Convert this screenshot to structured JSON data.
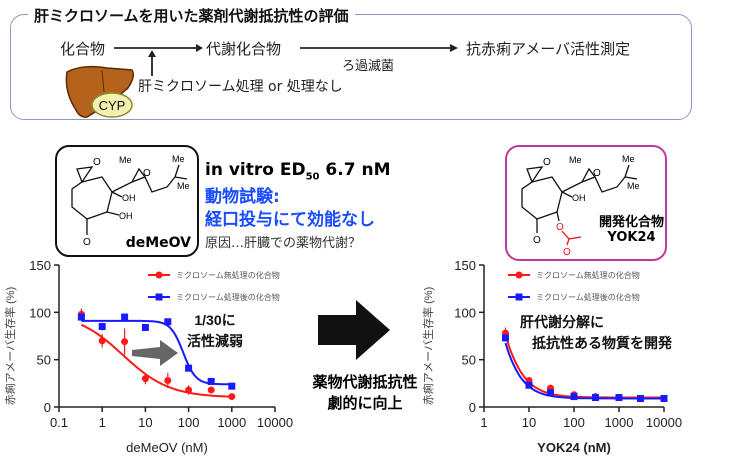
{
  "header": {
    "title": "肝ミクロソームを用いた薬剤代謝抵抗性の評価"
  },
  "flow": {
    "step1": "化合物",
    "step2": "代謝化合物",
    "step3": "抗赤痢アメーバ活性測定",
    "filter_label": "ろ過滅菌",
    "treatment_label": "肝ミクロソーム処理 or 処理なし",
    "enzyme_badge": "CYP"
  },
  "compound1": {
    "name": "deMeOV",
    "atoms": [
      "O",
      "Me",
      "O",
      "Me",
      "Me",
      "OH",
      "OH",
      "O"
    ],
    "ed50": "in vitro ED",
    "ed50_sub": "50",
    "ed50_value": " 6.7 nM",
    "animal_test": "動物試験:",
    "oral_result": "経口投与にて効能なし",
    "cause": "原因…肝臓での薬物代謝？"
  },
  "compound2": {
    "name_line1": "開発化合物",
    "name_line2": "YOK24",
    "atoms": [
      "O",
      "Me",
      "O",
      "Me",
      "Me",
      "OH",
      "O",
      "O",
      "O"
    ]
  },
  "middle": {
    "line1": "薬物代謝抵抗性",
    "line2": "劇的に向上"
  },
  "colors": {
    "red": "#ff1a1a",
    "blue": "#1a1aff",
    "frame": "#8f98c4",
    "magenta": "#c0399a"
  },
  "chart_data": [
    {
      "type": "scatter",
      "title": "",
      "xlabel": "deMeOV (nM)",
      "ylabel": "赤痢アメーバ生存率 (%)",
      "xscale": "log",
      "xlim": [
        0.1,
        10000
      ],
      "ylim": [
        0,
        150
      ],
      "xticks": [
        "0.1",
        "1",
        "10",
        "100",
        "1000",
        "10000"
      ],
      "yticks": [
        "0",
        "50",
        "100",
        "150"
      ],
      "legend": [
        "ミクロソーム無処理の化合物",
        "ミクロソーム処理後の化合物"
      ],
      "legend_placement": "top-right",
      "annotation": [
        "1/30に",
        "活性減弱"
      ],
      "series": [
        {
          "name": "ミクロソーム無処理の化合物",
          "color": "#ff1a1a",
          "x": [
            0.33,
            1,
            3.3,
            10,
            33,
            100,
            333,
            1000
          ],
          "y": [
            98,
            70,
            69,
            30,
            28,
            18,
            18,
            11
          ],
          "err": [
            6,
            7,
            14,
            6,
            8,
            5,
            3,
            1
          ],
          "fit": {
            "top": 100,
            "bottom": 10,
            "ec50": 3,
            "hill": 0.8
          }
        },
        {
          "name": "ミクロソーム処理後の化合物",
          "color": "#1a1aff",
          "x": [
            0.33,
            1,
            3.3,
            10,
            33,
            100,
            333,
            1000
          ],
          "y": [
            95,
            85,
            95,
            84,
            90,
            41,
            27,
            22
          ],
          "err": [
            4,
            4,
            2,
            3,
            3,
            2,
            2,
            2
          ],
          "fit": {
            "top": 91,
            "bottom": 24,
            "ec50": 75,
            "hill": 3
          }
        }
      ]
    },
    {
      "type": "scatter",
      "title": "",
      "xlabel": "YOK24 (nM)",
      "ylabel": "赤痢アメーバ生存率 (%)",
      "xscale": "log",
      "xlim": [
        1,
        10000
      ],
      "ylim": [
        0,
        150
      ],
      "xticks": [
        "1",
        "10",
        "100",
        "1000",
        "10000"
      ],
      "yticks": [
        "0",
        "50",
        "100",
        "150"
      ],
      "legend": [
        "ミクロソーム無処理の化合物",
        "ミクロソーム処理後の化合物"
      ],
      "legend_placement": "top-right",
      "annotation": [
        "肝代謝分解に",
        "抵抗性ある物質を開発"
      ],
      "series": [
        {
          "name": "ミクロソーム無処理の化合物",
          "color": "#ff1a1a",
          "x": [
            3,
            10,
            30,
            100,
            300,
            1000,
            3000,
            10000
          ],
          "y": [
            78,
            28,
            20,
            13,
            11,
            10,
            9,
            9
          ],
          "err": [
            6,
            2,
            2,
            1,
            1,
            1,
            1,
            1
          ],
          "fit": {
            "top": 350,
            "bottom": 10,
            "ec50": 1,
            "hill": 1.3
          }
        },
        {
          "name": "ミクロソーム処理後の化合物",
          "color": "#1a1aff",
          "x": [
            3,
            10,
            30,
            100,
            300,
            1000,
            3000,
            10000
          ],
          "y": [
            73,
            23,
            15,
            11,
            10,
            10,
            9,
            9
          ],
          "err": [
            3,
            2,
            1,
            1,
            1,
            1,
            1,
            1
          ],
          "fit": {
            "top": 340,
            "bottom": 9,
            "ec50": 1,
            "hill": 1.4
          }
        }
      ]
    }
  ]
}
